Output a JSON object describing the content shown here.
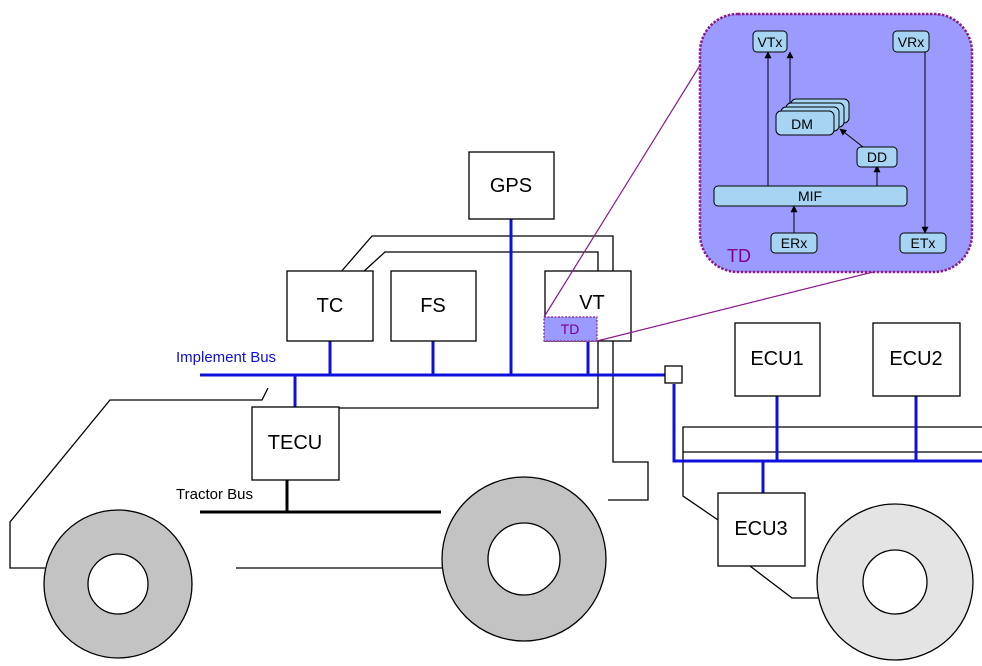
{
  "diagram": {
    "boxes": {
      "gps": "GPS",
      "tc": "TC",
      "fs": "FS",
      "vt": "VT",
      "tecu": "TECU",
      "ecu1": "ECU1",
      "ecu2": "ECU2",
      "ecu3": "ECU3"
    },
    "td_small": "TD",
    "implement_bus": "Implement Bus",
    "tractor_bus": "Tractor Bus",
    "td_detail": {
      "caption": "TD",
      "vtx": "VTx",
      "vrx": "VRx",
      "dm": "DM",
      "dd": "DD",
      "mif": "MIF",
      "erx": "ERx",
      "etx": "ETx"
    },
    "colors": {
      "bus_blue": "#1010dd",
      "td_purple_fill": "#9b9bff",
      "td_border": "#8a1a8a",
      "td_text": "#800080",
      "module_fill": "#a6d4f2",
      "wheel_gray": "#c3c3c3",
      "wheel_light": "#e4e4e4"
    }
  }
}
